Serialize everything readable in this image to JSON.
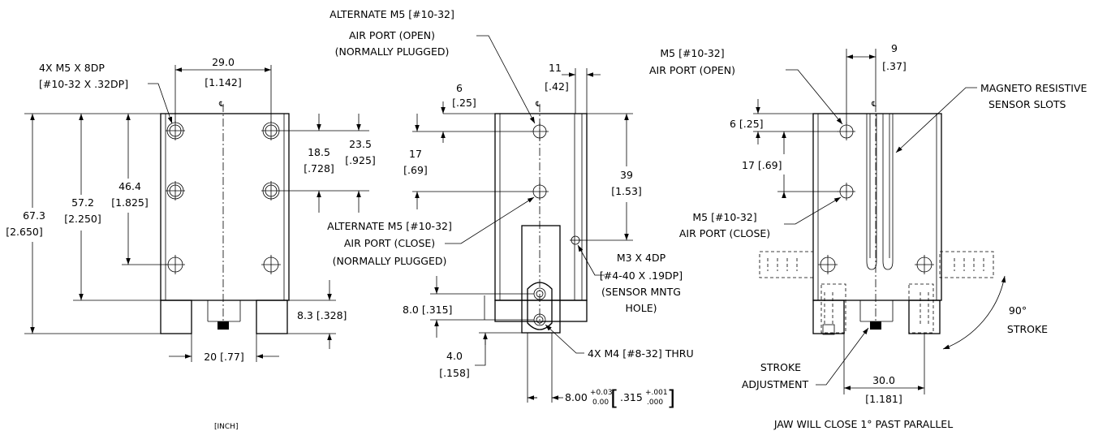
{
  "title": "",
  "centerline_symbol": "℄",
  "views": {
    "front": {
      "callout_tapped_holes": [
        "4X M5 X 8DP",
        "[#10-32 X .32DP]"
      ],
      "dim_hole_spacing_h": [
        "29.0",
        "[1.142]"
      ],
      "dim_height_overall": [
        "67.3",
        "[2.650]"
      ],
      "dim_height_body": [
        "57.2",
        "[2.250]"
      ],
      "dim_hole_spacing_v": [
        "46.4",
        "[1.825]"
      ],
      "dim_hole_offset_1": [
        "18.5",
        "[.728]"
      ],
      "dim_hole_offset_2": [
        "23.5",
        "[.925]"
      ],
      "dim_jaw_gap": "20 [.77]",
      "dim_jaw_height": "8.3 [.328]"
    },
    "side": {
      "callout_alt_port_open": [
        "ALTERNATE M5 [#10-32]",
        "AIR PORT (OPEN)",
        "(NORMALLY PLUGGED)"
      ],
      "callout_alt_port_close": [
        "ALTERNATE M5 [#10-32]",
        "AIR PORT (CLOSE)",
        "(NORMALLY PLUGGED)"
      ],
      "dim_top_offset": [
        "6",
        "[.25]"
      ],
      "dim_port_spacing": [
        "17",
        "[.69]"
      ],
      "dim_right_offset": [
        "11",
        "[.42]"
      ],
      "dim_sensor_hole_height": [
        "39",
        "[1.53]"
      ],
      "callout_sensor_hole": [
        "M3 X 4DP",
        "[#4-40 X .19DP]",
        "(SENSOR MNTG",
        "HOLE)"
      ],
      "dim_pivot_height": "8.0 [.315]",
      "dim_pivot_offset": [
        "4.0",
        "[.158]"
      ],
      "callout_thru_holes": "4X M4 [#8-32] THRU",
      "dim_pin_width": {
        "nominal": "8.00",
        "tol_plus": "+0.03",
        "tol_minus": "0.00",
        "inch_nominal": ".315",
        "inch_tol_plus": "+.001",
        "inch_tol_minus": ".000"
      }
    },
    "rear": {
      "callout_port_open": [
        "M5 [#10-32]",
        "AIR PORT (OPEN)"
      ],
      "callout_port_close": [
        "M5 [#10-32]",
        "AIR PORT (CLOSE)"
      ],
      "dim_top_offset": "6 [.25]",
      "dim_port_spacing": "17 [.69]",
      "dim_slot_offset": [
        "9",
        "[.37]"
      ],
      "callout_sensor_slots": [
        "MAGNETO RESISTIVE",
        "SENSOR SLOTS"
      ],
      "angle_stroke": [
        "90°",
        "STROKE"
      ],
      "callout_stroke_adjust": [
        "STROKE",
        "ADJUSTMENT"
      ],
      "dim_jaw_width": [
        "30.0",
        "[1.181]"
      ],
      "note_jaw_close": "JAW  WILL CLOSE 1° PAST PARALLEL"
    }
  },
  "units_note": "[INCH]"
}
